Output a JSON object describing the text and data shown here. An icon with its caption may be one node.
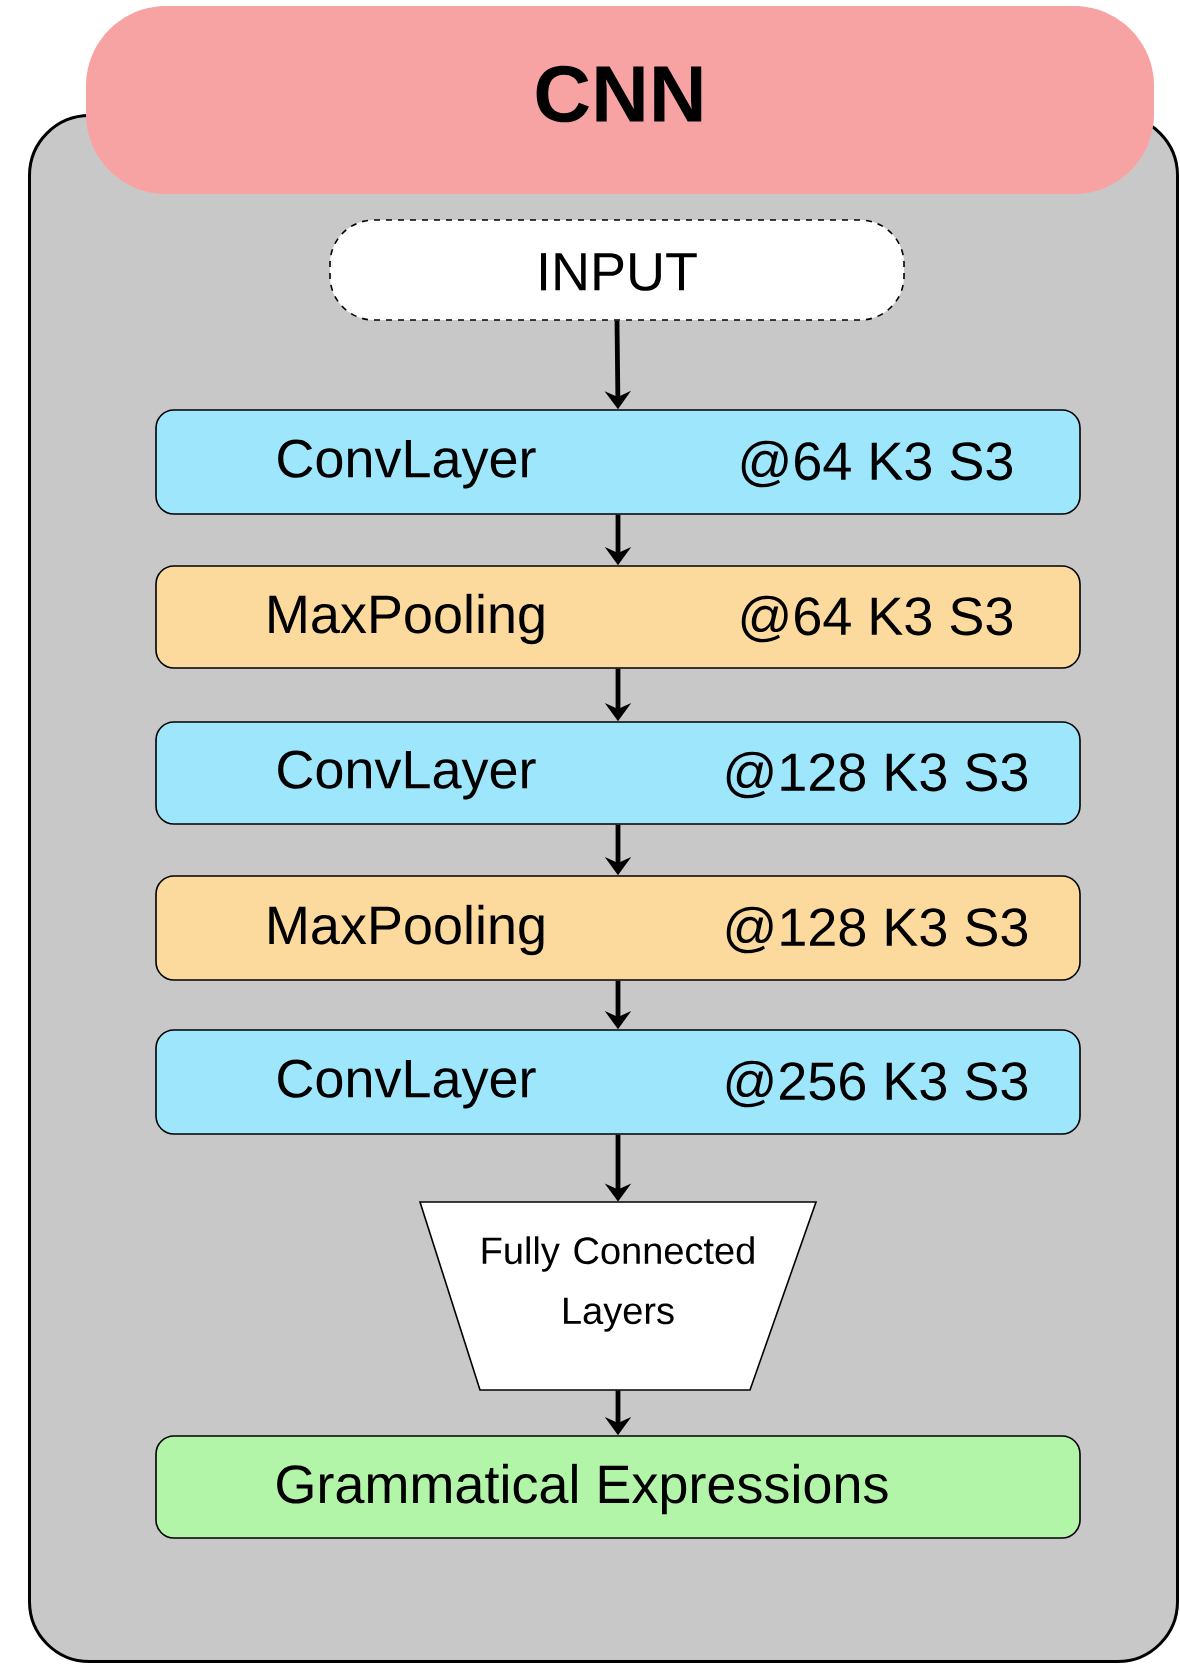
{
  "diagram": {
    "nodes": [
      {
        "text": [
          "CNN"
        ]
      },
      {
        "text": [
          "INPUT"
        ],
        "in": 0
      },
      {
        "text": [
          "ConvLayer",
          "@64 K3 S3"
        ],
        "in": 0
      },
      {
        "text": [
          "MaxPooling",
          "@64 K3 S3"
        ],
        "in": 0
      },
      {
        "text": [
          "ConvLayer",
          "@128 K3 S3"
        ],
        "in": 0
      },
      {
        "text": [
          "MaxPooling",
          "@128 K3 S3"
        ],
        "in": 0
      },
      {
        "text": [
          "ConvLayer",
          "@256 K3 S3"
        ],
        "in": 0
      },
      {
        "text": [
          "Fully Connected Layers"
        ],
        "in": 0
      },
      {
        "text": [
          "Grammatical Expressions"
        ],
        "in": 0
      }
    ],
    "edges": [
      {
        "from": 1,
        "to": 2,
        "arrow": "to"
      },
      {
        "from": 2,
        "to": 3,
        "arrow": "to"
      },
      {
        "from": 3,
        "to": 4,
        "arrow": "to"
      },
      {
        "from": 4,
        "to": 5,
        "arrow": "to"
      },
      {
        "from": 5,
        "to": 6,
        "arrow": "to"
      },
      {
        "from": 6,
        "to": 7,
        "arrow": "to"
      },
      {
        "from": 7,
        "to": 8,
        "arrow": "to"
      }
    ]
  }
}
